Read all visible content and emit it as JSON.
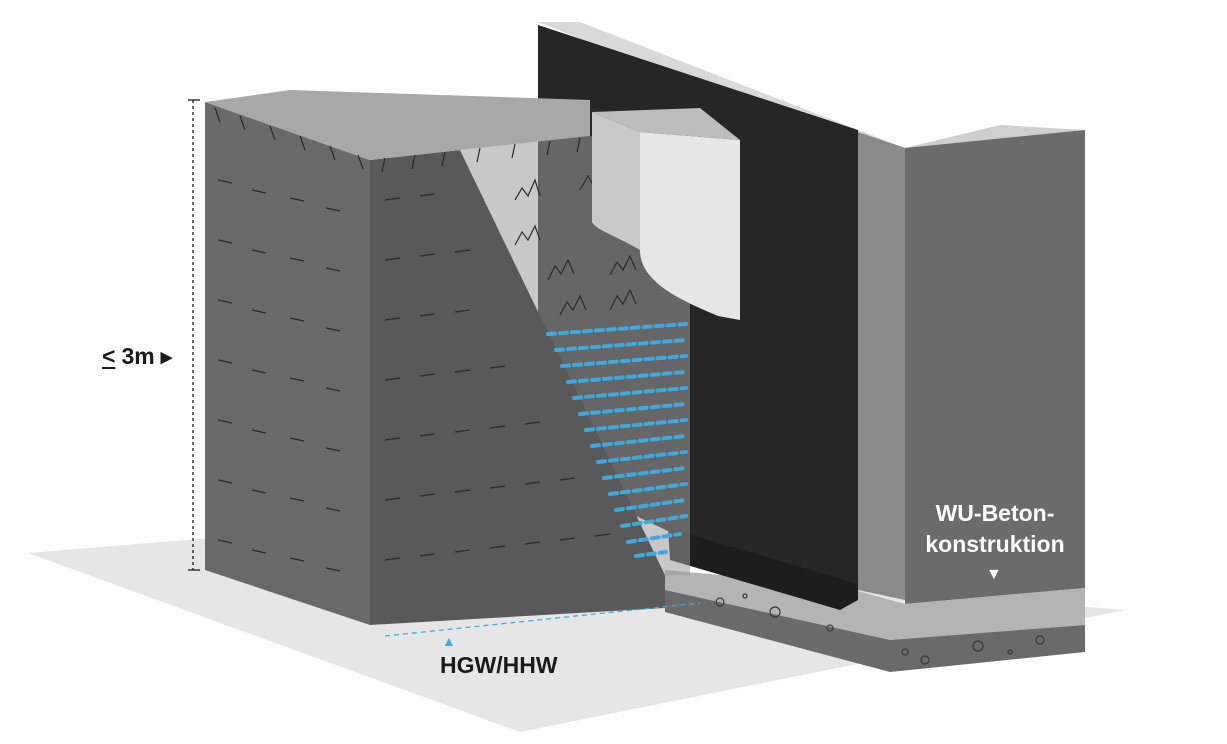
{
  "labels": {
    "height_prefix": "<",
    "height_value": "3m",
    "water_level": "HGW/HHW",
    "concrete_line1": "WU-Beton-",
    "concrete_line2": "konstruktion"
  },
  "colors": {
    "water": "#3fa9dd",
    "membrane": "#262626",
    "soil_front": "#6a6a6a",
    "soil_side": "#585858",
    "concrete_wall": "#6b6b6b",
    "concrete_light": "#b4b4b4",
    "ground_shadow": "#e6e6e6"
  },
  "icons": {
    "height_marker": "triangle-right-icon",
    "water_marker": "triangle-up-icon",
    "concrete_marker": "triangle-down-icon"
  }
}
